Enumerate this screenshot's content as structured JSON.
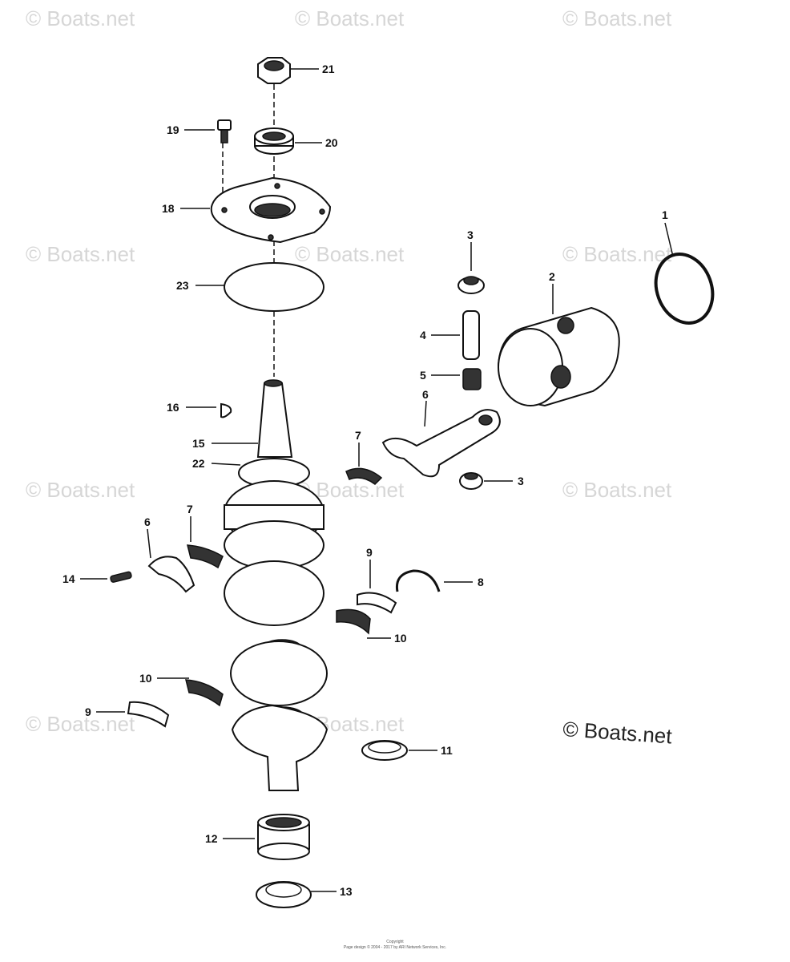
{
  "watermark": {
    "text": "© Boats.net",
    "strong_text": "© Boats.net"
  },
  "callouts": [
    {
      "key": "c21",
      "label": "21"
    },
    {
      "key": "c19",
      "label": "19"
    },
    {
      "key": "c20",
      "label": "20"
    },
    {
      "key": "c18",
      "label": "18"
    },
    {
      "key": "c23",
      "label": "23"
    },
    {
      "key": "c1",
      "label": "1"
    },
    {
      "key": "c3a",
      "label": "3"
    },
    {
      "key": "c2",
      "label": "2"
    },
    {
      "key": "c4",
      "label": "4"
    },
    {
      "key": "c5",
      "label": "5"
    },
    {
      "key": "c6a",
      "label": "6"
    },
    {
      "key": "c16",
      "label": "16"
    },
    {
      "key": "c15",
      "label": "15"
    },
    {
      "key": "c7a",
      "label": "7"
    },
    {
      "key": "c22",
      "label": "22"
    },
    {
      "key": "c3b",
      "label": "3"
    },
    {
      "key": "c7b",
      "label": "7"
    },
    {
      "key": "c6b",
      "label": "6"
    },
    {
      "key": "c9a",
      "label": "9"
    },
    {
      "key": "c14",
      "label": "14"
    },
    {
      "key": "c8",
      "label": "8"
    },
    {
      "key": "c10a",
      "label": "10"
    },
    {
      "key": "c10b",
      "label": "10"
    },
    {
      "key": "c9b",
      "label": "9"
    },
    {
      "key": "c11",
      "label": "11"
    },
    {
      "key": "c12",
      "label": "12"
    },
    {
      "key": "c13",
      "label": "13"
    }
  ],
  "footer": {
    "line1": "Copyright",
    "line2": "Page design © 2004 - 2017 by ARI Network Services, Inc."
  }
}
